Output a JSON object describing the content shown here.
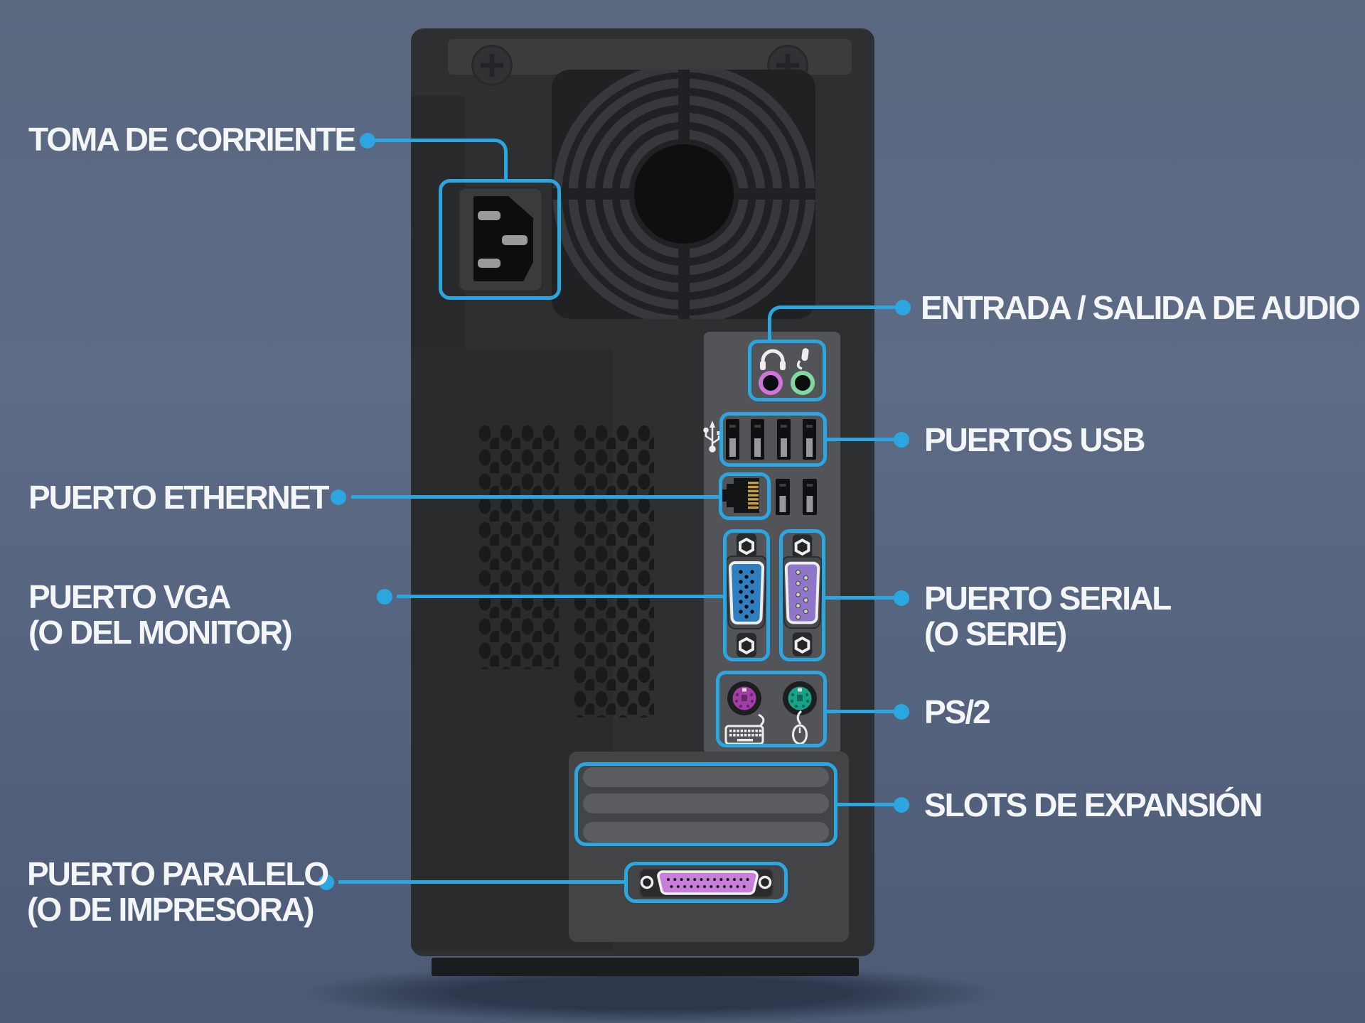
{
  "diagram": {
    "subject": "computer-tower-back-panel-ports",
    "accent_color": "#2ca6e0",
    "label_color": "#f3f5f7",
    "background_top": "#59687f",
    "background_bottom": "#4c5a74",
    "labels": {
      "power": {
        "line1": "TOMA DE CORRIENTE"
      },
      "audio": {
        "line1": "ENTRADA / SALIDA DE AUDIO"
      },
      "usb": {
        "line1": "PUERTOS USB"
      },
      "ethernet": {
        "line1": "PUERTO ETHERNET"
      },
      "vga": {
        "line1": "PUERTO VGA",
        "line2": "(O DEL MONITOR)"
      },
      "serial": {
        "line1": "PUERTO SERIAL",
        "line2": "(O SERIE)"
      },
      "ps2": {
        "line1": "PS/2"
      },
      "slots": {
        "line1": "SLOTS DE EXPANSIÓN"
      },
      "parallel": {
        "line1": "PUERTO PARALELO",
        "line2": "(O  DE IMPRESORA)"
      }
    },
    "port_colors": {
      "vga_blue": "#2f7fc0",
      "serial_purple": "#8f76c8",
      "parallel_purple": "#c77fd9",
      "audio_mic_pink": "#cf74d8",
      "audio_out_green": "#82d9a0",
      "ps2_keyboard_purple": "#a23ea6",
      "ps2_mouse_green": "#18a288",
      "ethernet_gold": "#c9a23f"
    },
    "icons": [
      "headphones-icon",
      "microphone-icon",
      "usb-trident-icon",
      "keyboard-icon",
      "mouse-icon",
      "screw-icon"
    ]
  }
}
